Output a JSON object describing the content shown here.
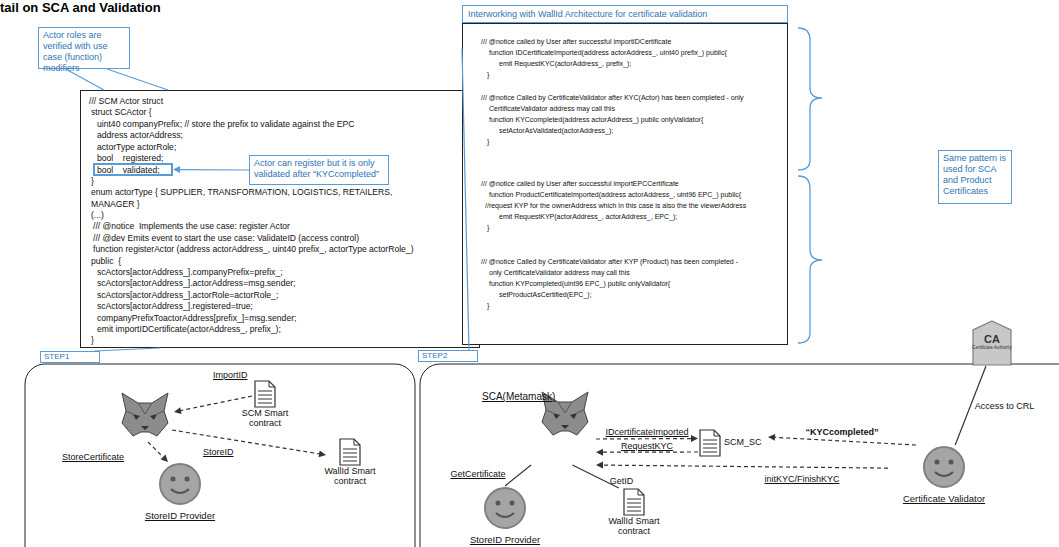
{
  "diagram": {
    "title": "tail on SCA and Validation",
    "nodes": [
      {
        "text": [
          "Actor roles are verified with use case (function) modifiers"
        ]
      },
      {
        "text": [
          "/// SCM Actor struct",
          "struct SCActor {",
          "uint40 companyPrefix; // store the prefix to validate against the EPC",
          "address actorAddress;",
          "actorType actorRole;",
          "bool    registered;",
          "}",
          "enum actorType { SUPPLIER, TRANSFORMATION, LOGISTICS, RETAILERS,",
          "MANAGER }",
          "(...)",
          "/// @notice  Implements the use case: register Actor",
          "/// @dev Emits event to start the use case: ValidateID (access control)",
          "function registerActor (address actorAddress_, uint40 prefix_, actorType actorRole_)",
          "public  {",
          "scActors[actorAddress_].companyPrefix=prefix_;",
          "scActors[actorAddress_].actorAddress=msg.sender;",
          "scActors[actorAddress_].actorRole=actorRole_;",
          "scActors[actorAddress_].registered=true;",
          "companyPrefixToactorAddress[prefix_]=msg.sender;",
          "emit importIDCertificate(actorAddress_, prefix_);",
          "}"
        ]
      },
      {
        "text": [
          "bool    validated;"
        ],
        "in": 1
      },
      {
        "text": [
          "Actor can register but it is only validated after “KYCcompleted”"
        ],
        "in": 1
      },
      {
        "text": [
          "STEP1"
        ]
      },
      {
        "text": [
          "SCM Smart contract"
        ]
      },
      {
        "text": [
          "WallId Smart contract"
        ]
      },
      {
        "text": [
          "StoreID Provider"
        ]
      },
      {
        "text": [
          "Interworking with WallId Architecture for certificate validation"
        ]
      },
      {
        "text": [
          "/// @notice called by User after successful importIDCertificate",
          "function IDCertificateImported(address actorAddress_, uint40 prefix_) public{",
          "emit RequestKYC(actorAddress_, prefix_);",
          "}",
          "/// @notice Called by CertificateValidator after KYC(Actor) has been completed - only",
          "CertificateValidator address may call this",
          "function KYCcompleted(address actorAddress_) public onlyValidator{",
          "setActorAsValidated(actorAddress_);",
          "}",
          "/// @notice called by User after successful importEPCCertificate",
          "function ProductCertificateImported(address actorAddress_, uint96 EPC_) public{",
          "//request KYP for the ownerAddress which in this case is also the the viewerAddress",
          "emit RequestKYP(actorAddress_, actorAddress_, EPC_);",
          "}",
          "/// @notice Called by CertificateValidator after KYP (Product) has been completed -",
          "only CertificateValidator address may call this",
          "function KYPcompleted(uint96 EPC_) public onlyValidator{",
          "setProductAsCertified(EPC_);",
          "}"
        ]
      },
      {
        "text": [
          "Same pattern is used for SCA and Product Certificates"
        ]
      },
      {
        "text": [
          "STEP2"
        ]
      },
      {
        "text": [
          "SCA(Metamask)"
        ]
      },
      {
        "text": [
          "SCM_SC"
        ]
      },
      {
        "text": [
          "Certificate Validator"
        ]
      },
      {
        "text": [
          "CA",
          "Certificate Authority"
        ]
      },
      {
        "text": [
          "StoreID Provider"
        ]
      },
      {
        "text": [
          "WallId Smart contract"
        ]
      }
    ],
    "edges": [
      {
        "from": 0,
        "to": 1,
        "arrow": "none"
      },
      {
        "from": 0,
        "to": 1,
        "arrow": "none"
      },
      {
        "from": 3,
        "to": 2,
        "arrow": "to"
      },
      {
        "from": 4,
        "to": 1,
        "arrow": "none"
      },
      {
        "from": 11,
        "to": 9,
        "arrow": "none"
      },
      {
        "from": 12,
        "to": 13,
        "label": "IDcertificateImported",
        "arrow": "to"
      },
      {
        "from": 13,
        "to": 12,
        "label": "RequestKYC",
        "arrow": "to"
      },
      {
        "from": 14,
        "to": 13,
        "label": "“KYCcompleted”",
        "arrow": "to"
      },
      {
        "from": 14,
        "to": 12,
        "label": "initKYC/FinishKYC",
        "arrow": "to"
      },
      {
        "from": 14,
        "to": 15,
        "label": "Access to CRL",
        "arrow": "none"
      },
      {
        "from": 16,
        "to": 12,
        "label": "GetCertificate",
        "arrow": "none"
      },
      {
        "from": 17,
        "to": 12,
        "label": "GetID",
        "arrow": "none"
      }
    ],
    "labels": [
      "ImportID",
      "StoreID",
      "StoreCertificate"
    ]
  }
}
